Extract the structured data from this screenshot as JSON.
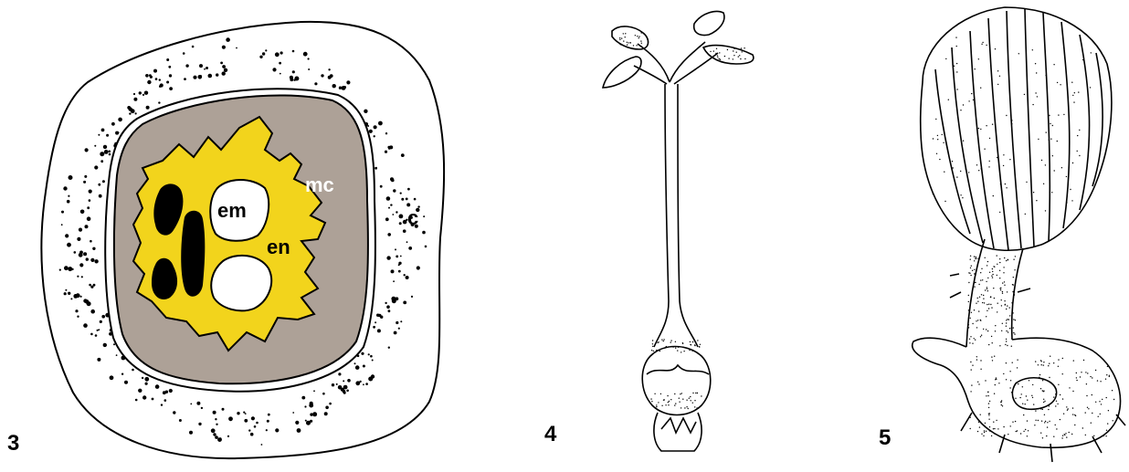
{
  "figures": [
    {
      "number": "3",
      "labels": {
        "mc": "mc",
        "c": "c",
        "em": "em",
        "en": "en"
      }
    },
    {
      "number": "4"
    },
    {
      "number": "5"
    }
  ],
  "colors": {
    "endosperm": "#f2d41c",
    "cellular_tissue": "#ada197",
    "ink": "#000000",
    "background": "#ffffff"
  }
}
